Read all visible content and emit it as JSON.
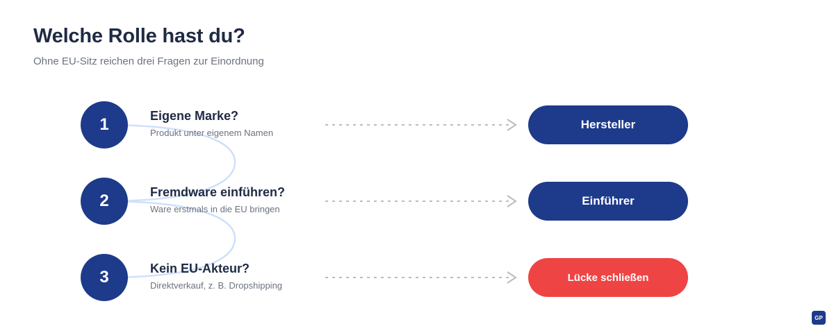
{
  "header": {
    "title": "Welche Rolle hast du?",
    "subtitle": "Ohne EU-Sitz reichen drei Fragen zur Einordnung"
  },
  "steps": [
    {
      "number": "1",
      "question": "Eigene Marke?",
      "description": "Produkt unter eigenem Namen",
      "result": "Hersteller",
      "variant": "primary"
    },
    {
      "number": "2",
      "question": "Fremdware einführen?",
      "description": "Ware erstmals in die EU bringen",
      "result": "Einführer",
      "variant": "primary"
    },
    {
      "number": "3",
      "question": "Kein EU-Akteur?",
      "description": "Direktverkauf, z. B. Dropshipping",
      "result": "Lücke schließen",
      "variant": "accent"
    }
  ],
  "badge": {
    "text": "GP"
  },
  "colors": {
    "primary": "#1e3a8a",
    "accent": "#ef4444",
    "connector": "#cfe0fb",
    "arrow": "#b8bcc4",
    "text_dark": "#1f2a44",
    "text_muted": "#6b7280"
  }
}
